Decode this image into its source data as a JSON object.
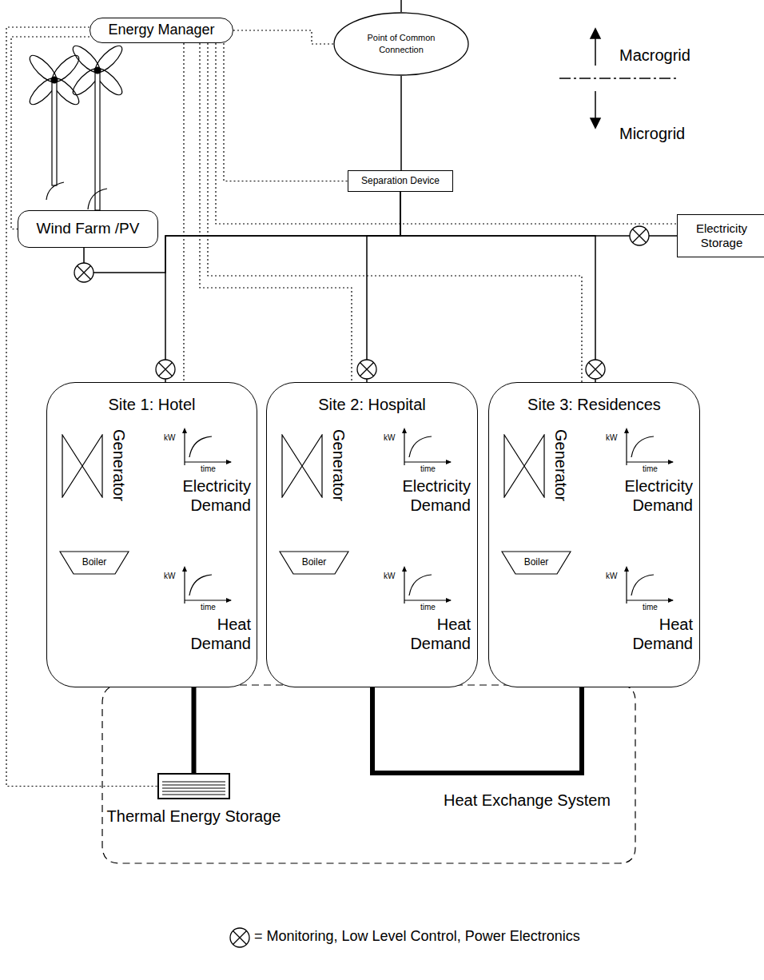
{
  "diagram": {
    "nodes": [
      {
        "text": [
          "Energy Manager"
        ]
      },
      {
        "text": [
          "Point of Common Connection"
        ]
      },
      {
        "text": [
          "Separation Device"
        ]
      },
      {
        "text": [
          "Electricity Storage"
        ]
      },
      {
        "text": [
          "Wind Farm /PV"
        ]
      },
      {
        "text": [
          "Site 1: Hotel"
        ]
      },
      {
        "text": [
          "Generator"
        ],
        "in": 5
      },
      {
        "text": [
          "kW",
          "time",
          "Electricity Demand"
        ],
        "in": 5
      },
      {
        "text": [
          "Boiler"
        ],
        "in": 5
      },
      {
        "text": [
          "kW",
          "time",
          "Heat Demand"
        ],
        "in": 5
      },
      {
        "text": [
          "Site 2: Hospital"
        ]
      },
      {
        "text": [
          "Generator"
        ],
        "in": 10
      },
      {
        "text": [
          "kW",
          "time",
          "Electricity Demand"
        ],
        "in": 10
      },
      {
        "text": [
          "Boiler"
        ],
        "in": 10
      },
      {
        "text": [
          "kW",
          "time",
          "Heat Demand"
        ],
        "in": 10
      },
      {
        "text": [
          "Site 3: Residences"
        ]
      },
      {
        "text": [
          "Generator"
        ],
        "in": 15
      },
      {
        "text": [
          "kW",
          "time",
          "Electricity Demand"
        ],
        "in": 15
      },
      {
        "text": [
          "Boiler"
        ],
        "in": 15
      },
      {
        "text": [
          "kW",
          "time",
          "Heat Demand"
        ],
        "in": 15
      },
      {
        "text": [
          "Thermal Energy Storage"
        ]
      }
    ],
    "edges": [
      {
        "from": 1,
        "to": 2,
        "arrow": "none"
      },
      {
        "from": 2,
        "to": 5,
        "arrow": "none"
      },
      {
        "from": 2,
        "to": 10,
        "arrow": "none"
      },
      {
        "from": 2,
        "to": 15,
        "arrow": "none"
      },
      {
        "from": 2,
        "to": 3,
        "arrow": "none"
      },
      {
        "from": 2,
        "to": 4,
        "arrow": "none"
      },
      {
        "from": 0,
        "to": 1,
        "arrow": "none"
      },
      {
        "from": 0,
        "to": 2,
        "arrow": "none"
      },
      {
        "from": 0,
        "to": 3,
        "arrow": "none"
      },
      {
        "from": 0,
        "to": 4,
        "arrow": "none"
      },
      {
        "from": 0,
        "to": 5,
        "arrow": "none"
      },
      {
        "from": 0,
        "to": 10,
        "arrow": "none"
      },
      {
        "from": 0,
        "to": 15,
        "arrow": "none"
      },
      {
        "from": 0,
        "to": 20,
        "arrow": "none"
      },
      {
        "from": 5,
        "to": 20,
        "arrow": "none"
      },
      {
        "from": 10,
        "to": 15,
        "arrow": "none"
      }
    ],
    "labels": [
      "Macrogrid",
      "Microgrid",
      "Heat Exchange System"
    ],
    "legend": [
      {
        "text": "= Monitoring, Low Level Control, Power Electronics"
      }
    ]
  }
}
